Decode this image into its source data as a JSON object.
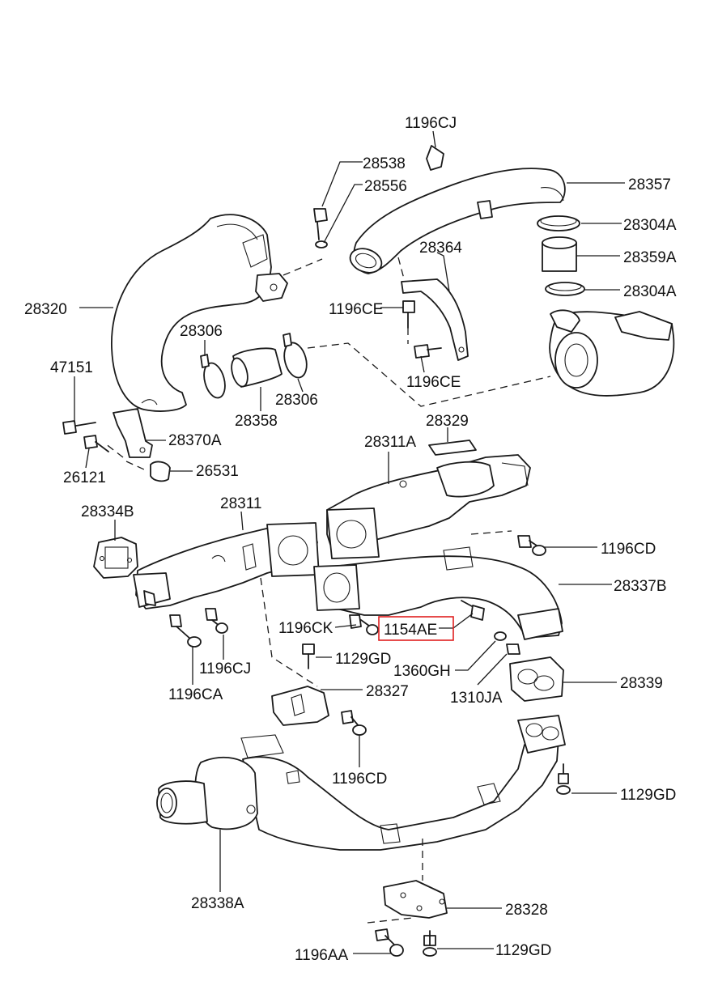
{
  "highlight_color": "#e02020",
  "parts": [
    {
      "id": "p01",
      "label": "1196CJ"
    },
    {
      "id": "p02",
      "label": "28538"
    },
    {
      "id": "p03",
      "label": "28556"
    },
    {
      "id": "p04",
      "label": "28357"
    },
    {
      "id": "p05",
      "label": "28304A"
    },
    {
      "id": "p06",
      "label": "28364"
    },
    {
      "id": "p07",
      "label": "28359A"
    },
    {
      "id": "p08",
      "label": "28320"
    },
    {
      "id": "p09",
      "label": "28304A"
    },
    {
      "id": "p10",
      "label": "1196CE"
    },
    {
      "id": "p11",
      "label": "28306"
    },
    {
      "id": "p12",
      "label": "1196CE"
    },
    {
      "id": "p13",
      "label": "47151"
    },
    {
      "id": "p14",
      "label": "28306"
    },
    {
      "id": "p15",
      "label": "28358"
    },
    {
      "id": "p16",
      "label": "28329"
    },
    {
      "id": "p17",
      "label": "28370A"
    },
    {
      "id": "p18",
      "label": "28311A"
    },
    {
      "id": "p19",
      "label": "26121"
    },
    {
      "id": "p20",
      "label": "26531"
    },
    {
      "id": "p21",
      "label": "28311"
    },
    {
      "id": "p22",
      "label": "28334B"
    },
    {
      "id": "p23",
      "label": "1196CD"
    },
    {
      "id": "p24",
      "label": "28337B"
    },
    {
      "id": "p25",
      "label": "1196CK"
    },
    {
      "id": "p26",
      "label": "1154AE",
      "highlighted": true
    },
    {
      "id": "p27",
      "label": "1129GD"
    },
    {
      "id": "p28",
      "label": "1196CJ"
    },
    {
      "id": "p29",
      "label": "1360GH"
    },
    {
      "id": "p30",
      "label": "28339"
    },
    {
      "id": "p31",
      "label": "1196CA"
    },
    {
      "id": "p32",
      "label": "28327"
    },
    {
      "id": "p33",
      "label": "1310JA"
    },
    {
      "id": "p34",
      "label": "1196CD"
    },
    {
      "id": "p35",
      "label": "1129GD"
    },
    {
      "id": "p36",
      "label": "28338A"
    },
    {
      "id": "p37",
      "label": "28328"
    },
    {
      "id": "p38",
      "label": "1196AA"
    },
    {
      "id": "p39",
      "label": "1129GD"
    }
  ]
}
